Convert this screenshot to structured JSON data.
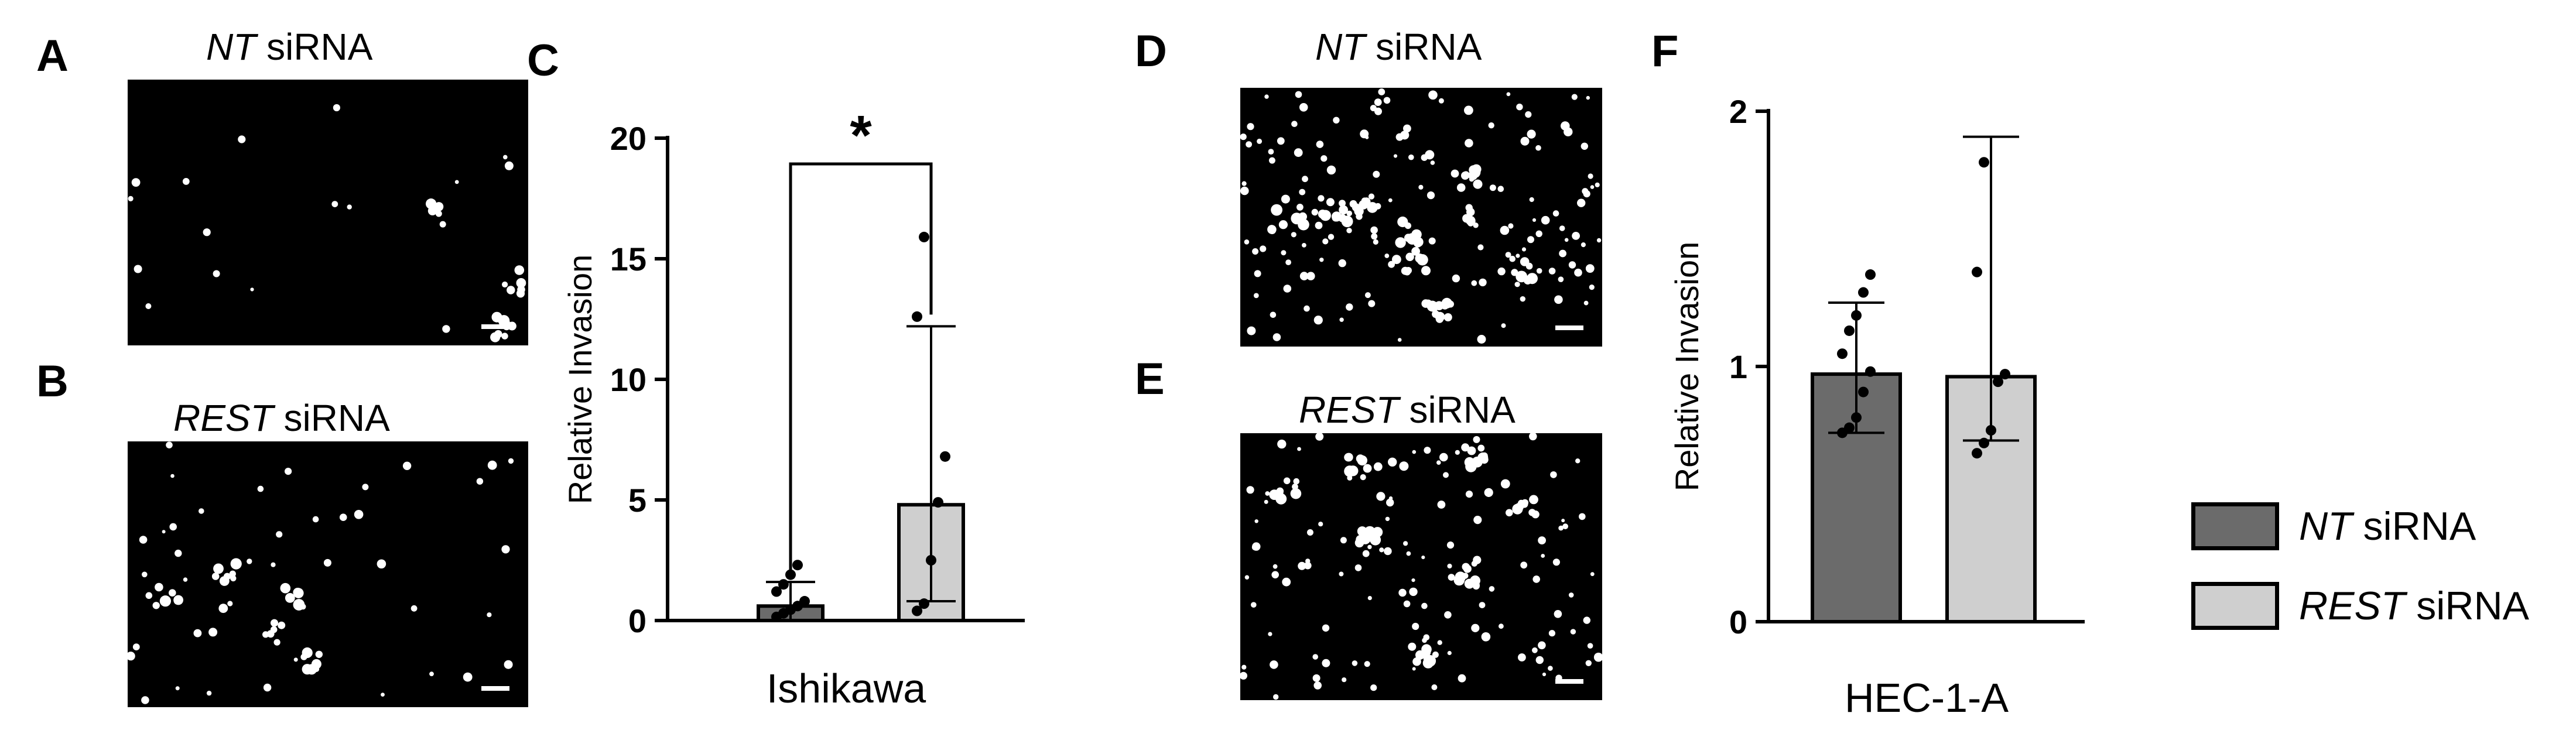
{
  "panels": {
    "A": {
      "letter": "A",
      "gene": "NT",
      "suffix": " siRNA"
    },
    "B": {
      "letter": "B",
      "gene": "REST",
      "suffix": " siRNA"
    },
    "C": {
      "letter": "C"
    },
    "D": {
      "letter": "D",
      "gene": "NT",
      "suffix": " siRNA"
    },
    "E": {
      "letter": "E",
      "gene": "REST",
      "suffix": " siRNA"
    },
    "F": {
      "letter": "F"
    }
  },
  "legend": [
    {
      "gene": "NT",
      "suffix": " siRNA",
      "color": "#6b6b6b"
    },
    {
      "gene": "REST",
      "suffix": " siRNA",
      "color": "#cfcfcf"
    }
  ],
  "colors": {
    "nt_bar": "#6b6b6b",
    "rest_bar": "#cfcfcf",
    "background": "#000000",
    "cells": "#ffffff"
  },
  "chart_data": [
    {
      "type": "bar",
      "panel": "C",
      "categories": [
        "NT siRNA",
        "REST siRNA"
      ],
      "values": [
        0.6,
        4.8
      ],
      "error_upper": [
        1.6,
        12.2
      ],
      "error_lower": [
        0.0,
        0.8
      ],
      "points": [
        [
          0.15,
          0.3,
          0.45,
          0.6,
          0.8,
          1.2,
          1.5,
          1.9,
          2.3
        ],
        [
          0.4,
          0.7,
          2.5,
          4.9,
          6.8,
          12.6,
          15.9
        ]
      ],
      "xlabel": "Ishikawa",
      "ylabel": "Relative Invasion",
      "ylim": [
        0,
        20
      ],
      "yticks": [
        "0",
        "5",
        "10",
        "15",
        "20"
      ],
      "significance": "*",
      "grid": false
    },
    {
      "type": "bar",
      "panel": "F",
      "categories": [
        "NT siRNA",
        "REST siRNA"
      ],
      "values": [
        0.97,
        0.96
      ],
      "error_upper": [
        1.25,
        1.9
      ],
      "error_lower": [
        0.74,
        0.71
      ],
      "points": [
        [
          0.74,
          0.76,
          0.8,
          0.9,
          0.98,
          1.05,
          1.14,
          1.2,
          1.29,
          1.36
        ],
        [
          0.66,
          0.7,
          0.75,
          0.94,
          0.97,
          1.37,
          1.8
        ]
      ],
      "xlabel": "HEC-1-A",
      "ylabel": "Relative Invasion",
      "ylim": [
        0,
        2
      ],
      "yticks": [
        "0",
        "1",
        "2"
      ],
      "grid": false
    }
  ]
}
